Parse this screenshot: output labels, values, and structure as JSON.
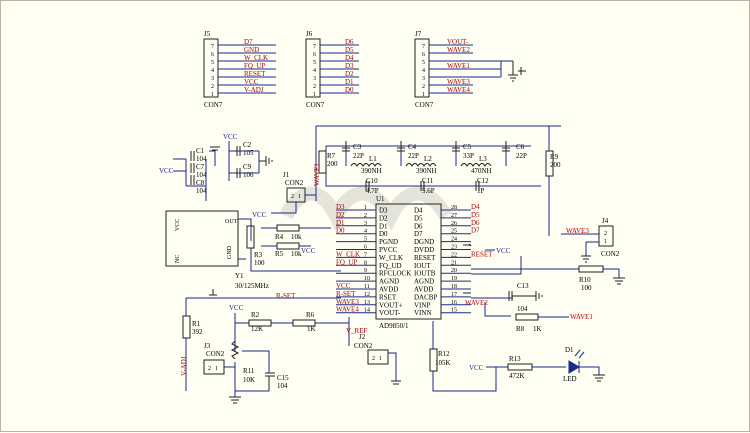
{
  "connectors": {
    "j5": {
      "ref": "J5",
      "type": "CON7",
      "pins": [
        "7",
        "6",
        "5",
        "4",
        "3",
        "2",
        "1"
      ],
      "nets": [
        "D7",
        "GND",
        "W_CLK",
        "FQ_UP",
        "RESET",
        "VCC",
        "V-ADJ"
      ]
    },
    "j6": {
      "ref": "J6",
      "type": "CON7",
      "pins": [
        "7",
        "6",
        "5",
        "4",
        "3",
        "2",
        "1"
      ],
      "nets": [
        "D6",
        "D5",
        "D4",
        "D3",
        "D2",
        "D1",
        "D0"
      ]
    },
    "j7": {
      "ref": "J7",
      "type": "CON7",
      "pins": [
        "7",
        "6",
        "5",
        "4",
        "3",
        "2",
        "1"
      ],
      "nets": [
        "VOUT-",
        "WAVE2",
        "",
        "WAVE1",
        "",
        "WAVE3",
        "WAVE4"
      ]
    },
    "j1": {
      "ref": "J1",
      "type": "CON2"
    },
    "j2": {
      "ref": "J2",
      "type": "CON2"
    },
    "j3": {
      "ref": "J3",
      "type": "CON2"
    },
    "j4": {
      "ref": "J4",
      "type": "CON2",
      "pins": [
        "2",
        "1"
      ],
      "net": "WAVE3"
    }
  },
  "ic": {
    "ref": "U1",
    "part": "AD9850/1",
    "left_pins": [
      {
        "n": "1",
        "name": "D3"
      },
      {
        "n": "2",
        "name": "D2"
      },
      {
        "n": "3",
        "name": "D1"
      },
      {
        "n": "4",
        "name": "D0"
      },
      {
        "n": "5",
        "name": "PGND"
      },
      {
        "n": "6",
        "name": "PVCC"
      },
      {
        "n": "7",
        "name": "W_CLK"
      },
      {
        "n": "8",
        "name": "FQ_UD"
      },
      {
        "n": "9",
        "name": "RFCLOCK"
      },
      {
        "n": "10",
        "name": "AGND"
      },
      {
        "n": "11",
        "name": "AVDD"
      },
      {
        "n": "12",
        "name": "RSET"
      },
      {
        "n": "13",
        "name": "VOUT+"
      },
      {
        "n": "14",
        "name": "VOUT-"
      }
    ],
    "right_pins": [
      {
        "n": "28",
        "name": "D4"
      },
      {
        "n": "27",
        "name": "D5"
      },
      {
        "n": "26",
        "name": "D6"
      },
      {
        "n": "25",
        "name": "D7"
      },
      {
        "n": "24",
        "name": "DGND"
      },
      {
        "n": "23",
        "name": "DVDD"
      },
      {
        "n": "22",
        "name": "RESET"
      },
      {
        "n": "21",
        "name": "IOUT"
      },
      {
        "n": "20",
        "name": "IOUTB"
      },
      {
        "n": "19",
        "name": "AGND"
      },
      {
        "n": "18",
        "name": "AVDD"
      },
      {
        "n": "17",
        "name": "DACBP"
      },
      {
        "n": "16",
        "name": "VINP"
      },
      {
        "n": "15",
        "name": "VINN"
      }
    ],
    "left_nets": [
      "D3",
      "D2",
      "D1",
      "D0",
      "",
      "",
      "W_CLK",
      "FQ_UP",
      "",
      "",
      "VCC",
      "R-SET",
      "WAVE3",
      "WAVE4"
    ],
    "right_nets": [
      "D4",
      "D5",
      "D6",
      "D7",
      "",
      "VCC",
      "RESET",
      "",
      "",
      "",
      "",
      "",
      "WAVE2",
      ""
    ]
  },
  "oscillator": {
    "ref": "Y1",
    "value": "30/125MHz",
    "pins": {
      "vcc": "VCC",
      "out": "OUT",
      "nc": "NC",
      "gnd": "GND"
    }
  },
  "filter_top": {
    "caps": [
      {
        "ref": "C3",
        "value": "22P"
      },
      {
        "ref": "C4",
        "value": "22P"
      },
      {
        "ref": "C5",
        "value": "33P"
      },
      {
        "ref": "C6",
        "value": "22P"
      }
    ],
    "inductors": [
      {
        "ref": "L1",
        "value": "390NH"
      },
      {
        "ref": "L2",
        "value": "390NH"
      },
      {
        "ref": "L3",
        "value": "470NH"
      }
    ],
    "series_caps": [
      {
        "ref": "C10",
        "value": "4.7P"
      },
      {
        "ref": "C11",
        "value": "5.6P"
      },
      {
        "ref": "C12",
        "value": "1P"
      }
    ]
  },
  "decoupling": [
    {
      "ref": "C1",
      "value": "104"
    },
    {
      "ref": "C7",
      "value": "104"
    },
    {
      "ref": "C8",
      "value": "104"
    },
    {
      "ref": "C2",
      "value": "105"
    },
    {
      "ref": "C9",
      "value": "106"
    }
  ],
  "resistors": [
    {
      "ref": "R1",
      "value": "392"
    },
    {
      "ref": "R2",
      "value": "12K"
    },
    {
      "ref": "R3",
      "value": "100"
    },
    {
      "ref": "R4",
      "value": "10k"
    },
    {
      "ref": "R5",
      "value": "10k"
    },
    {
      "ref": "R6",
      "value": "1K"
    },
    {
      "ref": "R7",
      "value": "200"
    },
    {
      "ref": "R8",
      "value": "1K"
    },
    {
      "ref": "R9",
      "value": "200"
    },
    {
      "ref": "R10",
      "value": "100"
    },
    {
      "ref": "R11",
      "value": "10K"
    },
    {
      "ref": "R12",
      "value": "105K"
    },
    {
      "ref": "R13",
      "value": "472K"
    }
  ],
  "misc_caps": [
    {
      "ref": "C13",
      "value": "104"
    },
    {
      "ref": "C15",
      "value": "104"
    }
  ],
  "led": {
    "ref": "D1",
    "label": "LED"
  },
  "nets": {
    "vcc": "VCC",
    "rset": "R-SET",
    "vref": "V_REF",
    "vadj": "V-ADJ",
    "wave1": "WAVE1",
    "wave2": "WAVE2",
    "wave3": "WAVE3",
    "wave4": "WAVE4",
    "wclk": "W_CLK",
    "fqup": "FQ_UP",
    "reset": "RESET"
  },
  "colors": {
    "wire": "#1a2a8a",
    "netlabel": "#b00000",
    "body": "#222222",
    "background": "#fffef2"
  }
}
